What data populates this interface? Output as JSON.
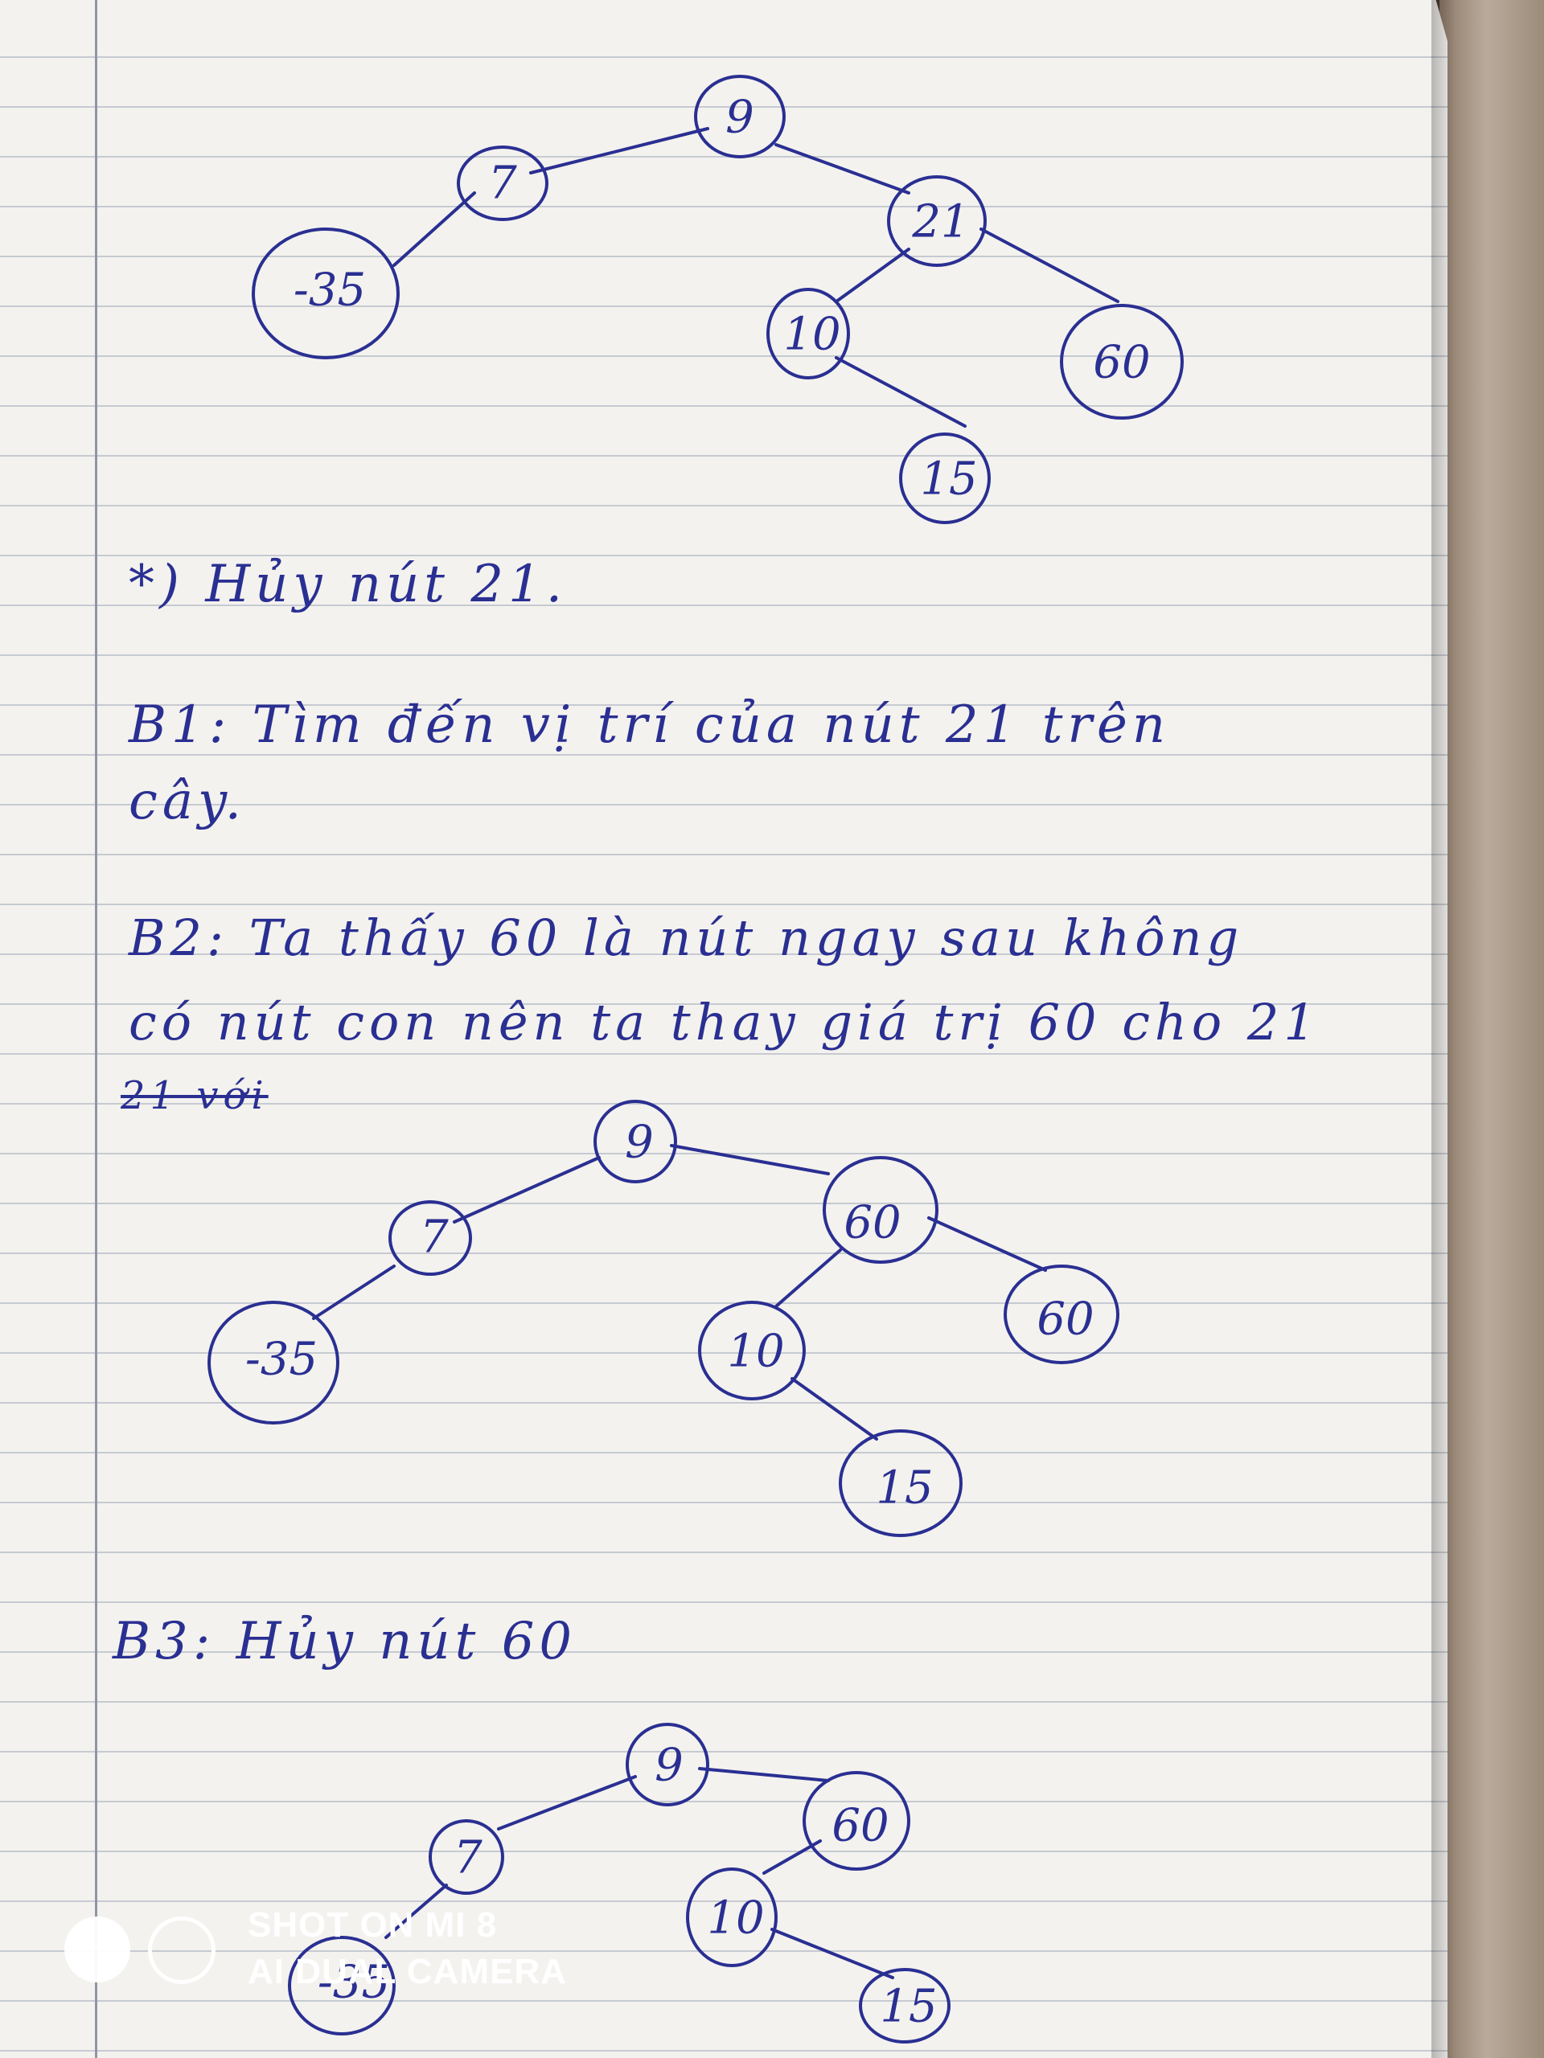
{
  "note": {
    "step_title": "*) Hủy nút 21.",
    "b1_line1": "B1:  Tìm đến vị trí của nút 21 trên",
    "b1_line2": "cây.",
    "b2_line1": "B2:  Ta thấy 60 là nút ngay sau không",
    "b2_line2": "có nút con nên ta thay giá trị 60 cho 21",
    "b2_crossed": "21 với",
    "b3_title": "B3:  Hủy nút 60"
  },
  "tree1": {
    "nodes": {
      "n9": "9",
      "n7": "7",
      "n35": "-35",
      "n21": "21",
      "n10": "10",
      "n60": "60",
      "n15": "15"
    }
  },
  "tree2": {
    "nodes": {
      "n9": "9",
      "n7": "7",
      "n35": "-35",
      "n60a": "60",
      "n10": "10",
      "n60b": "60",
      "n15": "15"
    }
  },
  "tree3": {
    "nodes": {
      "n9": "9",
      "n7": "7",
      "n35": "-35",
      "n60": "60",
      "n10": "10",
      "n15": "15"
    }
  },
  "watermark": {
    "line1": "SHOT ON MI 8",
    "line2": "AI DUAL CAMERA"
  },
  "colors": {
    "ink": "#2a2f92",
    "paper": "#f3f2ee",
    "rule": "#b7bcc7"
  }
}
